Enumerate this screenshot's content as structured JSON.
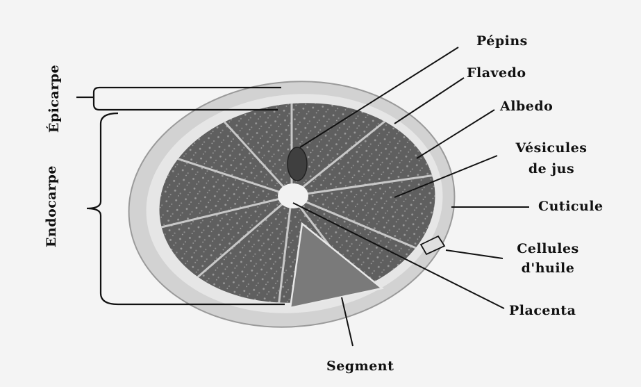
{
  "labels": {
    "pepins": "Pépins",
    "flavedo": "Flavedo",
    "albedo": "Albedo",
    "vesicules_line1": "Vésicules",
    "vesicules_line2": "de jus",
    "cuticule": "Cuticule",
    "cellules_line1": "Cellules",
    "cellules_line2": "d'huile",
    "placenta": "Placenta",
    "segment": "Segment",
    "epicarpe": "Épicarpe",
    "endocarpe": "Endocarpe"
  },
  "colors": {
    "background": "#f4f4f4",
    "rind": "#d2d2d2",
    "pulp": "#5f5f5f",
    "pulp_light": "#8a8a8a",
    "lines": "#111111"
  }
}
